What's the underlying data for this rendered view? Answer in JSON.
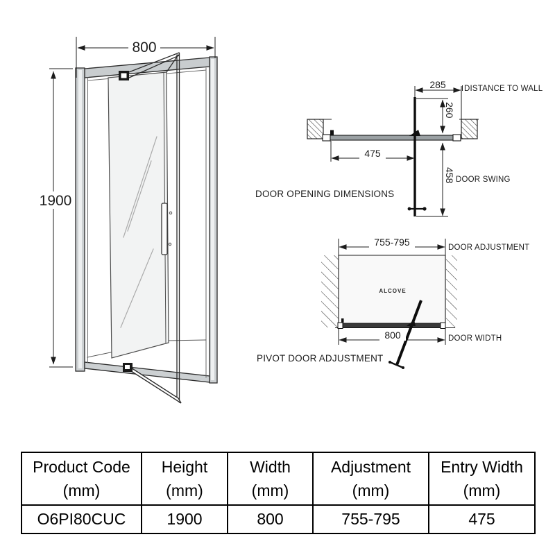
{
  "left_drawing": {
    "width": "800",
    "height": "1900"
  },
  "door_opening": {
    "title": "DOOR OPENING DIMENSIONS",
    "distance_value": "285",
    "distance_label": "DISTANCE TO WALL",
    "depth_value": "260",
    "opening_value": "475",
    "swing_value": "458",
    "swing_label": "DOOR SWING"
  },
  "pivot_adjustment": {
    "title": "PIVOT DOOR ADJUSTMENT",
    "range_value": "755-795",
    "range_label": "DOOR ADJUSTMENT",
    "alcove_label": "ALCOVE",
    "width_value": "800",
    "width_label": "DOOR WIDTH"
  },
  "spec_table": {
    "headers": [
      {
        "title": "Product Code",
        "unit": "(mm)"
      },
      {
        "title": "Height",
        "unit": "(mm)"
      },
      {
        "title": "Width",
        "unit": "(mm)"
      },
      {
        "title": "Adjustment",
        "unit": "(mm)"
      },
      {
        "title": "Entry Width",
        "unit": "(mm)"
      }
    ],
    "row": [
      "O6PI80CUC",
      "1900",
      "800",
      "755-795",
      "475"
    ]
  },
  "colors": {
    "line": "#2b2b2b",
    "frame_gray": "#ccd0d2",
    "glass": "#f2f3f3",
    "bar_gray": "#9aa0a3"
  }
}
